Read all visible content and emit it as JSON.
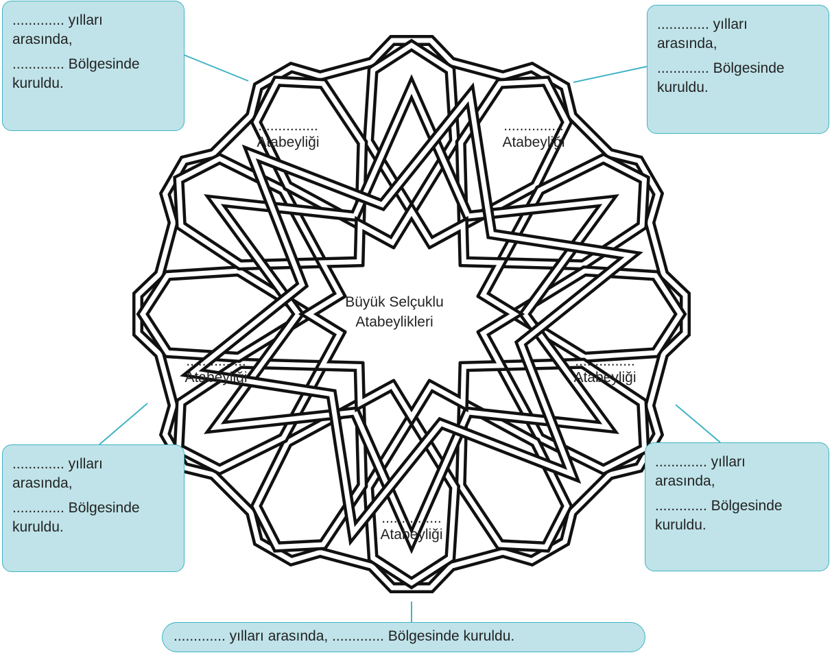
{
  "title": "Büyük Selçuklu Atabeylikleri",
  "title_lines": [
    "Büyük Selçuklu",
    "Atabeylikleri"
  ],
  "petal_labels": [
    {
      "blank": "...............",
      "text": "Atabeyliği"
    },
    {
      "blank": "...............",
      "text": "Atabeyliği"
    },
    {
      "blank": "...............",
      "text": "Atabeyliği"
    },
    {
      "blank": "...............",
      "text": "Atabeyliği"
    },
    {
      "blank": "...............",
      "text": "Atabeyliği"
    }
  ],
  "boxes": [
    {
      "years": "............. yılları",
      "between": "arasında,",
      "region": "............. Bölgesinde",
      "founded": "kuruldu."
    },
    {
      "years": "............. yılları",
      "between": "arasında,",
      "region": "............. Bölgesinde",
      "founded": "kuruldu."
    },
    {
      "years": "............. yılları",
      "between": "arasında,",
      "region": "............. Bölgesinde",
      "founded": "kuruldu."
    },
    {
      "years": "............. yılları",
      "between": "arasında,",
      "region": "............. Bölgesinde",
      "founded": "kuruldu."
    }
  ],
  "bottom_box": "............. yılları arasında, ............. Bölgesinde kuruldu.",
  "colors": {
    "box_fill": "#bfe3e9",
    "box_border": "#3fb3c4",
    "connector": "#3fb3c4",
    "pattern_stroke": "#111111"
  }
}
